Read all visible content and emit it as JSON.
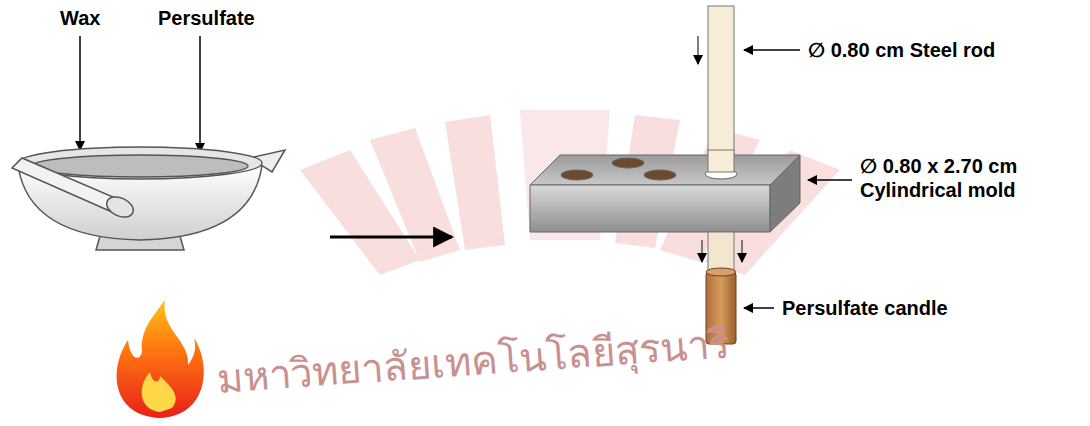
{
  "diagram": {
    "labels": [
      "Wax",
      "Persulfate",
      "∅ 0.80 cm Steel rod",
      "∅ 0.80 x 2.70 cm Cylindrical mold",
      "Persulfate candle",
      "มหาวิทยาลัยเทคโนโลยีสุรนารี"
    ]
  }
}
